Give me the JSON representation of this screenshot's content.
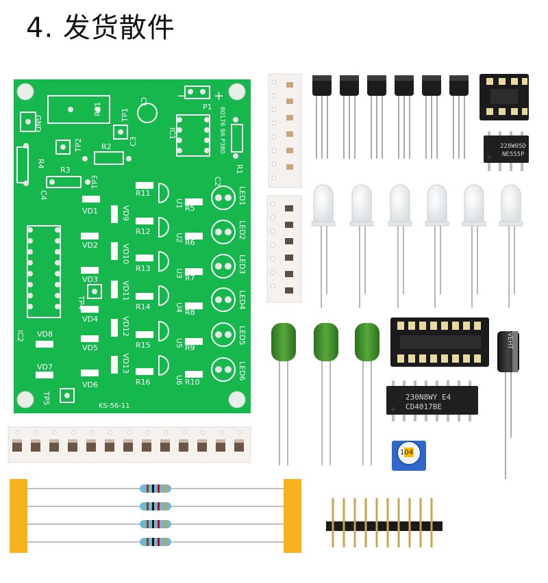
{
  "title": "4. 发货散件",
  "pcb": {
    "board_id": "KS-56-11",
    "labels": {
      "rp1": "RP1",
      "tp1": "TP1",
      "tp2": "TP2",
      "tp3": "TP3",
      "tp4": "TP4",
      "tp5": "TP5",
      "gnd": "GND",
      "p1": "P1",
      "plus": "+",
      "minus": "−",
      "c1": "C1",
      "c2": "C2",
      "c3": "C3",
      "c4": "C4",
      "r1": "R1",
      "r2": "R2",
      "r3": "R3",
      "r4": "R4",
      "ic1": "IC1",
      "ic2": "IC2",
      "codes": "80176 9A P380",
      "vd": [
        "VD1",
        "VD2",
        "VD3",
        "VD4",
        "VD5",
        "VD6",
        "VD7",
        "VD8",
        "VD9",
        "VD10",
        "VD11",
        "VD12",
        "VD13"
      ],
      "r_left": [
        "R11",
        "R12",
        "R13",
        "R14",
        "R15",
        "R16"
      ],
      "r_right": [
        "R5",
        "R6",
        "R7",
        "R8",
        "R9",
        "R10"
      ],
      "u": [
        "U1",
        "U2",
        "U3",
        "U4",
        "U5",
        "U6"
      ],
      "led": [
        "LED1",
        "LED2",
        "LED3",
        "LED4",
        "LED5",
        "LED6"
      ]
    }
  },
  "chips": {
    "ne555_line1": "228W05D",
    "ne555_line2": "NE555P",
    "cd4017_line1": "230N8WY E4",
    "cd4017_line2": "CD4017BE",
    "trimpot": "104",
    "cap_text": "VEHT"
  },
  "colors": {
    "pcb": "#16b84e",
    "pcb_dark": "#0e9a3d",
    "film_cap": "#3f8e2c",
    "tape_yellow": "#f5b21d",
    "resistor": "#6fb6d8"
  }
}
